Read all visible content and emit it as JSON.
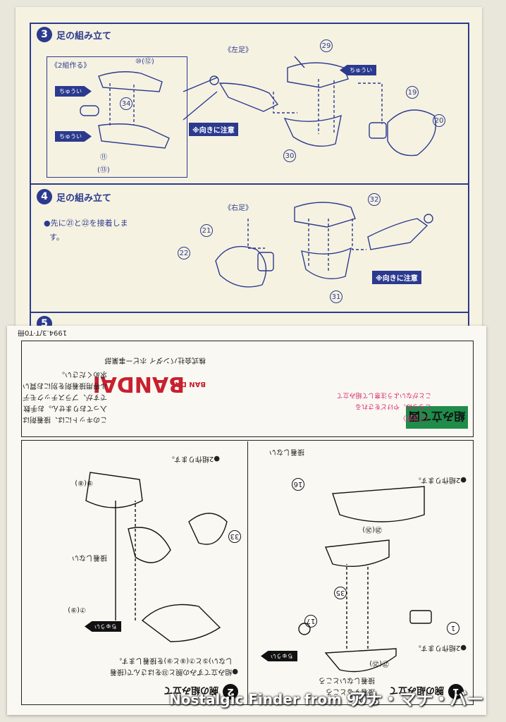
{
  "top_sheet": {
    "step3": {
      "number": "3",
      "title": "足の組み立て",
      "sub_left": "《2組作る》",
      "left_leg": "《左足》",
      "parts_a": "⑩(⑫)",
      "part_34": "34",
      "parts_b": "⑪",
      "parts_b2": "(⑬)",
      "part_29": "29",
      "part_19": "19",
      "part_20": "20",
      "part_30": "30",
      "caution": "※向きに注意",
      "choui": "ちゅうい"
    },
    "step4": {
      "number": "4",
      "title": "足の組み立て",
      "note_line1": "●先に㉑と㉒を接着しま",
      "note_line2": "す。",
      "right_leg": "《右足》",
      "part_21": "21",
      "part_22": "22",
      "part_32": "32",
      "part_31": "31",
      "caution": "※向きに注意"
    },
    "step5": {
      "number": "5"
    }
  },
  "bottom_sheet": {
    "date_code": "1994.3/T·T0冊",
    "step1": {
      "number": "1",
      "title": "腕の組み立て",
      "legend_glue": "接着するところ",
      "legend_noglue": "接着しないところ",
      "make_two_a": "●2組作ります。",
      "make_two_b": "●2組作ります。",
      "no_glue": "接着しない",
      "part_16": "16",
      "part_28_26": "㉘(㉖)",
      "part_17": "17",
      "part_1": "1",
      "part_35": "35",
      "part_27_25": "㉗(㉕)",
      "choui": "ちゅうい"
    },
    "step2": {
      "number": "2",
      "title": "腕の組み立て",
      "note_line1": "●組み立てずみの腕と㉝をはさんで(接着",
      "note_line2": "しない)⑤と⑦(⑧と⑨)を接着します。",
      "make_two": "●2組作ります。",
      "part_9_8": "⑨(⑧)",
      "part_33": "33",
      "no_glue": "接着しない",
      "part_7_9": "⑦(⑨)",
      "choui": "ちゅうい"
    },
    "footer": {
      "brand_small": "BAN DAI",
      "brand_large": "BANDAI",
      "company": "株式会社バンダイ ホビー事業部",
      "note_left1": "このキットには、接着剤は",
      "note_left2": "入っておりません。お手数",
      "note_left3": "ですが、プラスチックモデ",
      "note_left4": "ル専用接着剤を別にお買い",
      "note_left5": "求めください。",
      "green_label": "組み立て図",
      "pink1": "〈ご注意〉",
      "pink2": "こちらは、やけどをされる",
      "pink3": "ことがないよう注意して組み立て"
    }
  },
  "watermark": {
    "text": "Nostalgic Finder from 90's",
    "logo": "アナ・マナ・バー"
  }
}
